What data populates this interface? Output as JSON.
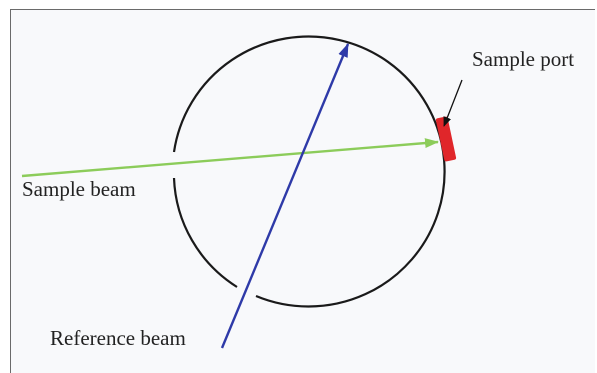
{
  "diagram": {
    "labels": {
      "sample_port": "Sample port",
      "sample_beam": "Sample beam",
      "reference_beam": "Reference beam"
    },
    "colors": {
      "sphere": "#1a1a1a",
      "sample_beam": "#8ccc5a",
      "reference_beam": "#2e3aa8",
      "sample_port": "#e0262a",
      "background": "#f8f9fb"
    }
  }
}
